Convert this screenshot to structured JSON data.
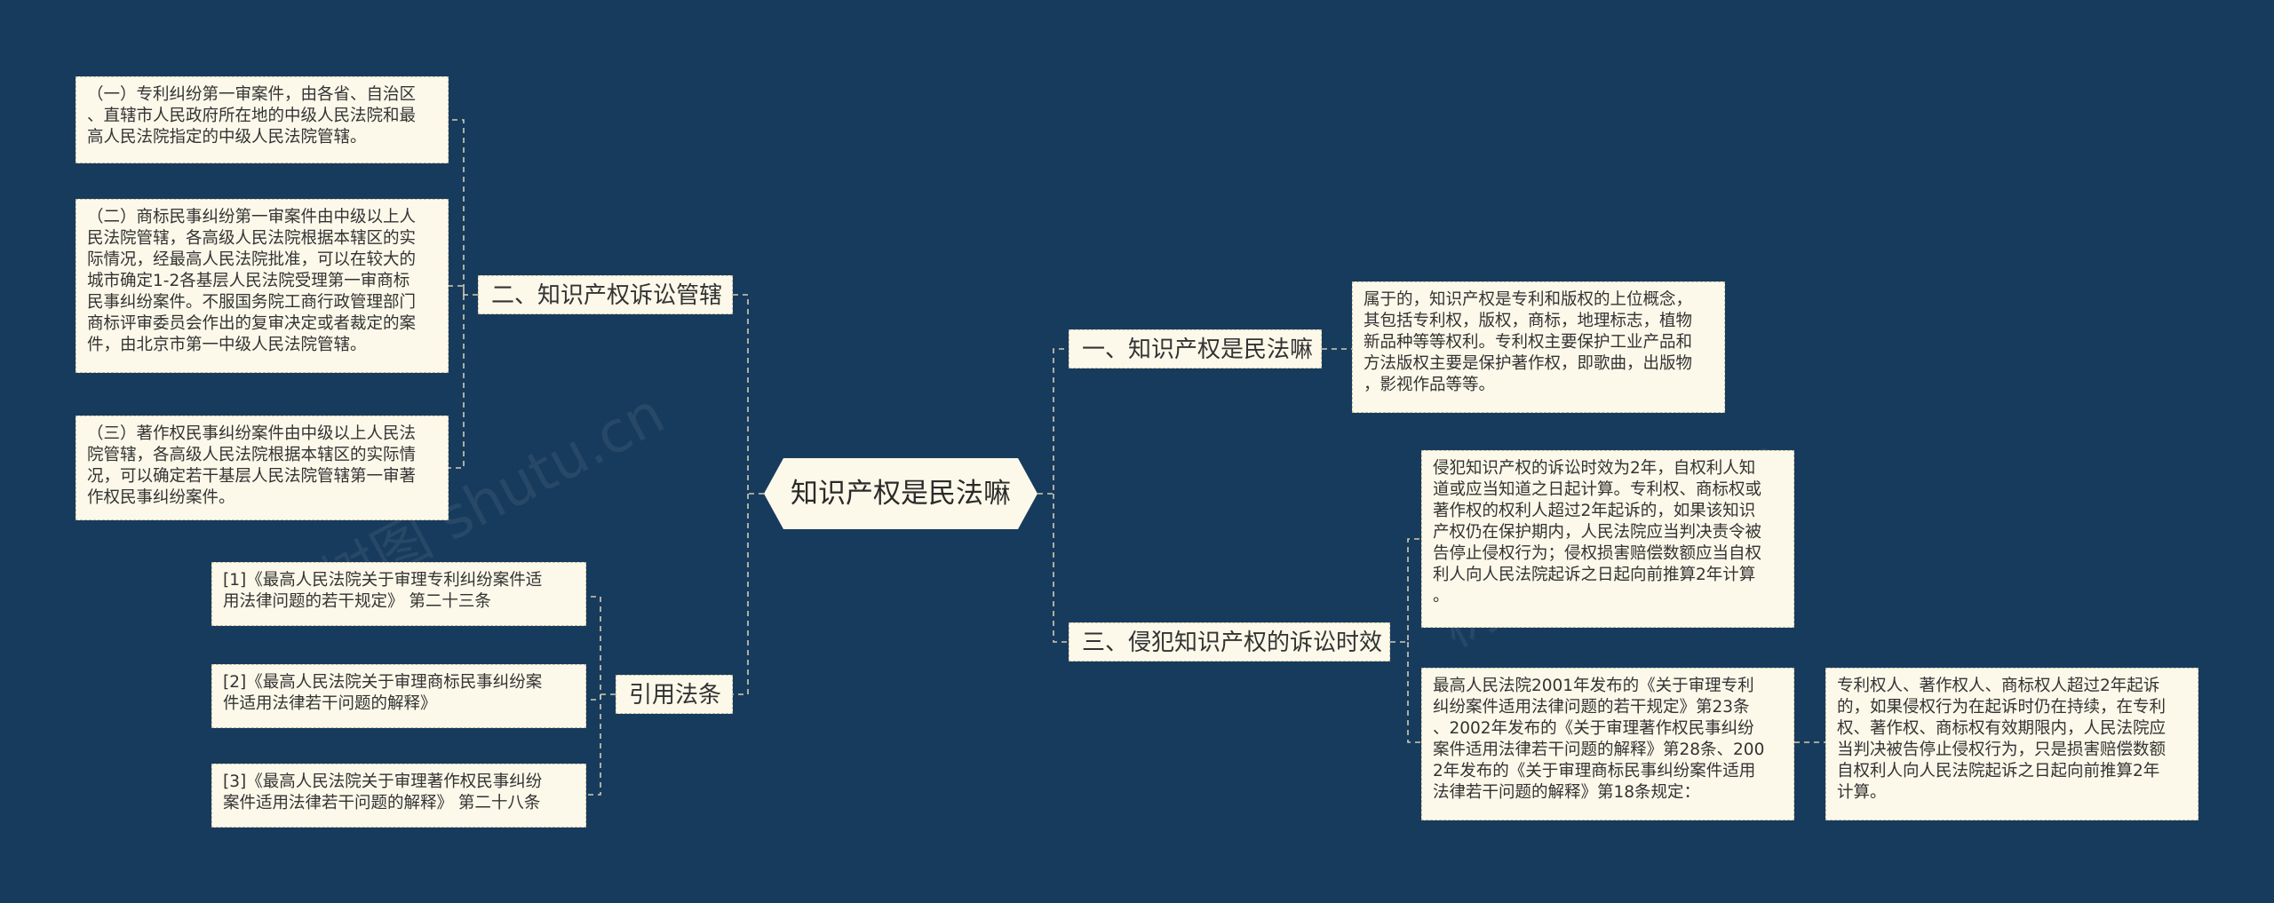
{
  "root": {
    "title": "知识产权是民法嘛"
  },
  "right": {
    "b1": {
      "label": "一、知识产权是民法嘛",
      "text": "属于的，知识产权是专利和版权的上位概念，\n其包括专利权，版权，商标，地理标志，植物\n新品种等等权利。专利权主要保护工业产品和\n方法版权主要是保护著作权，即歌曲，出版物\n，影视作品等等。"
    },
    "b3": {
      "label": "三、侵犯知识产权的诉讼时效",
      "text1": "侵犯知识产权的诉讼时效为2年，自权利人知\n道或应当知道之日起计算。专利权、商标权或\n著作权的权利人超过2年起诉的，如果该知识\n产权仍在保护期内，人民法院应当判决责令被\n告停止侵权行为；侵权损害赔偿数额应当自权\n利人向人民法院起诉之日起向前推算2年计算\n。",
      "text2": "最高人民法院2001年发布的《关于审理专利\n纠纷案件适用法律问题的若干规定》第23条\n、2002年发布的《关于审理著作权民事纠纷\n案件适用法律若干问题的解释》第28条、200\n2年发布的《关于审理商标民事纠纷案件适用\n法律若干问题的解释》第18条规定：",
      "text3": "专利权人、著作权人、商标权人超过2年起诉\n的，如果侵权行为在起诉时仍在持续，在专利\n权、著作权、商标权有效期限内，人民法院应\n当判决被告停止侵权行为，只是损害赔偿数额\n自权利人向人民法院起诉之日起向前推算2年\n计算。"
    }
  },
  "left": {
    "b2": {
      "label": "二、知识产权诉讼管辖",
      "items": [
        "（一）专利纠纷第一审案件，由各省、自治区\n、直辖市人民政府所在地的中级人民法院和最\n高人民法院指定的中级人民法院管辖。",
        "（二）商标民事纠纷第一审案件由中级以上人\n民法院管辖，各高级人民法院根据本辖区的实\n际情况，经最高人民法院批准，可以在较大的\n城市确定1-2各基层人民法院受理第一审商标\n民事纠纷案件。不服国务院工商行政管理部门\n商标评审委员会作出的复审决定或者裁定的案\n件，由北京市第一中级人民法院管辖。",
        "（三）著作权民事纠纷案件由中级以上人民法\n院管辖，各高级人民法院根据本辖区的实际情\n况，可以确定若干基层人民法院管辖第一审著\n作权民事纠纷案件。"
      ]
    },
    "cite": {
      "label": "引用法条",
      "items": [
        "[1]《最高人民法院关于审理专利纠纷案件适\n用法律问题的若干规定》 第二十三条",
        "[2]《最高人民法院关于审理商标民事纠纷案\n件适用法律若干问题的解释》",
        "[3]《最高人民法院关于审理著作权民事纠纷\n案件适用法律若干问题的解释》 第二十八条"
      ]
    }
  },
  "watermark": "树图 shutu.cn"
}
